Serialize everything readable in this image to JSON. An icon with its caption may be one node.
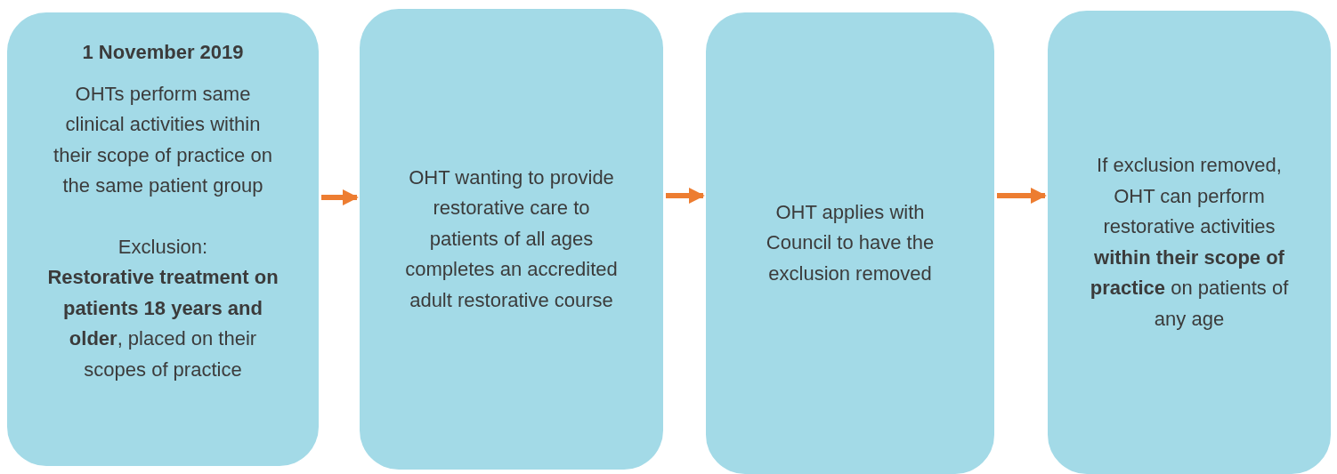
{
  "diagram": {
    "nodes": [
      {
        "text": [
          "1 November 2019",
          "OHTs perform same clinical activities within their scope of practice on the same patient group",
          "Exclusion:",
          "**Restorative treatment on patients 18 years and older**, placed on their scopes of practice"
        ]
      },
      {
        "text": [
          "OHT wanting to provide restorative care to patients of all ages completes an accredited adult restorative course"
        ]
      },
      {
        "text": [
          "OHT applies with Council to have the exclusion removed"
        ]
      },
      {
        "text": [
          "If exclusion removed, OHT can perform restorative activities **within their scope of practice** on patients of any age"
        ]
      }
    ],
    "edges": [
      {
        "from": 0,
        "to": 1,
        "arrow": "to"
      },
      {
        "from": 1,
        "to": 2,
        "arrow": "to"
      },
      {
        "from": 2,
        "to": 3,
        "arrow": "to"
      }
    ]
  }
}
